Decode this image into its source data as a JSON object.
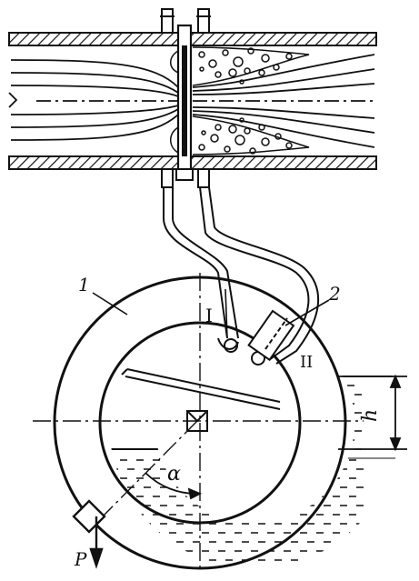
{
  "labels": {
    "body": "1",
    "shield": "2",
    "chamber_one": "I",
    "chamber_two": "II",
    "height": "h",
    "angle": "α",
    "weight": "P"
  },
  "colors": {
    "ink": "#111111",
    "paper": "#ffffff"
  }
}
